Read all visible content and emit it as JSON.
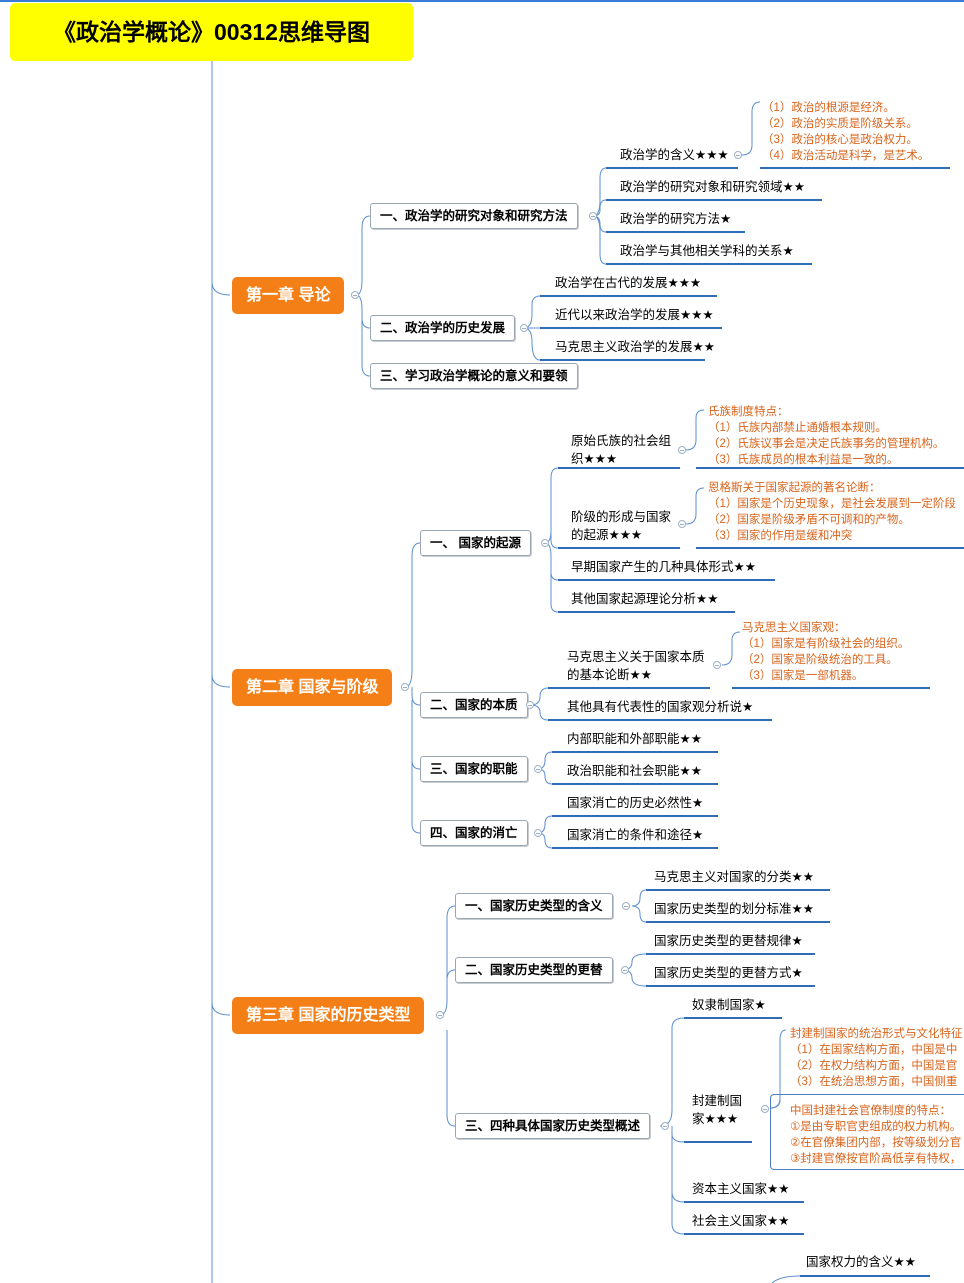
{
  "title": "《政治学概论》00312思维导图",
  "chapters": [
    {
      "label": "第一章 导论",
      "sections": [
        {
          "label": "一、政治学的研究对象和研究方法",
          "items": [
            {
              "label": "政治学的含义★★★",
              "notes": [
                "（1）政治的根源是经济。",
                "（2）政治的实质是阶级关系。",
                "（3）政治的核心是政治权力。",
                "（4）政治活动是科学，是艺术。"
              ]
            },
            {
              "label": "政治学的研究对象和研究领域★★"
            },
            {
              "label": "政治学的研究方法★"
            },
            {
              "label": "政治学与其他相关学科的关系★"
            }
          ]
        },
        {
          "label": "二、政治学的历史发展",
          "items": [
            {
              "label": "政治学在古代的发展★★★"
            },
            {
              "label": "近代以来政治学的发展★★★"
            },
            {
              "label": "马克思主义政治学的发展★★"
            }
          ]
        },
        {
          "label": "三、学习政治学概论的意义和要领",
          "items": []
        }
      ]
    },
    {
      "label": "第二章 国家与阶级",
      "sections": [
        {
          "label": "一、 国家的起源",
          "items": [
            {
              "label": "原始氏族的社会组织★★★",
              "notes": [
                "氏族制度特点：",
                "（1）氏族内部禁止通婚根本规则。",
                "（2）氏族议事会是决定氏族事务的管理机构。",
                "（3）氏族成员的根本利益是一致的。"
              ]
            },
            {
              "label": "阶级的形成与国家的起源★★★",
              "notes": [
                "恩格斯关于国家起源的著名论断：",
                "（1）国家是个历史现象，是社会发展到一定阶段",
                "（2）国家是阶级矛盾不可调和的产物。",
                "（3）国家的作用是缓和冲突"
              ]
            },
            {
              "label": "早期国家产生的几种具体形式★★"
            },
            {
              "label": "其他国家起源理论分析★★"
            }
          ]
        },
        {
          "label": "二、国家的本质",
          "items": [
            {
              "label": "马克思主义关于国家本质的基本论断★★",
              "notes": [
                "马克思主义国家观：",
                "（1）国家是有阶级社会的组织。",
                "（2）国家是阶级统治的工具。",
                "（3）国家是一部机器。"
              ]
            },
            {
              "label": "其他具有代表性的国家观分析说★"
            }
          ]
        },
        {
          "label": "三、国家的职能",
          "items": [
            {
              "label": "内部职能和外部职能★★"
            },
            {
              "label": "政治职能和社会职能★★"
            }
          ]
        },
        {
          "label": "四、国家的消亡",
          "items": [
            {
              "label": "国家消亡的历史必然性★"
            },
            {
              "label": "国家消亡的条件和途径★"
            }
          ]
        }
      ]
    },
    {
      "label": "第三章 国家的历史类型",
      "sections": [
        {
          "label": "一、国家历史类型的含义",
          "items": [
            {
              "label": "马克思主义对国家的分类★★"
            },
            {
              "label": "国家历史类型的划分标准★★"
            }
          ]
        },
        {
          "label": "二、国家历史类型的更替",
          "items": [
            {
              "label": "国家历史类型的更替规律★"
            },
            {
              "label": "国家历史类型的更替方式★"
            }
          ]
        },
        {
          "label": "三、四种具体国家历史类型概述",
          "items": [
            {
              "label": "奴隶制国家★"
            },
            {
              "label": "封建制国家★★★",
              "notes": [
                "封建制国家的统治形式与文化特征",
                "（1）在国家结构方面，中国是中",
                "（2）在权力结构方面，中国是官",
                "（3）在统治思想方面，中国侧重"
              ],
              "notes2": [
                "中国封建社会官僚制度的特点：",
                "①是由专职官吏组成的权力机构。",
                "②在官僚集团内部，按等级划分官",
                "③封建官僚按官阶高低享有特权，"
              ]
            },
            {
              "label": "资本主义国家★★"
            },
            {
              "label": "社会主义国家★★"
            }
          ]
        }
      ]
    },
    {
      "label": "",
      "sections": [
        {
          "label": "",
          "items": [
            {
              "label": "国家权力的含义★★"
            }
          ]
        }
      ]
    }
  ]
}
